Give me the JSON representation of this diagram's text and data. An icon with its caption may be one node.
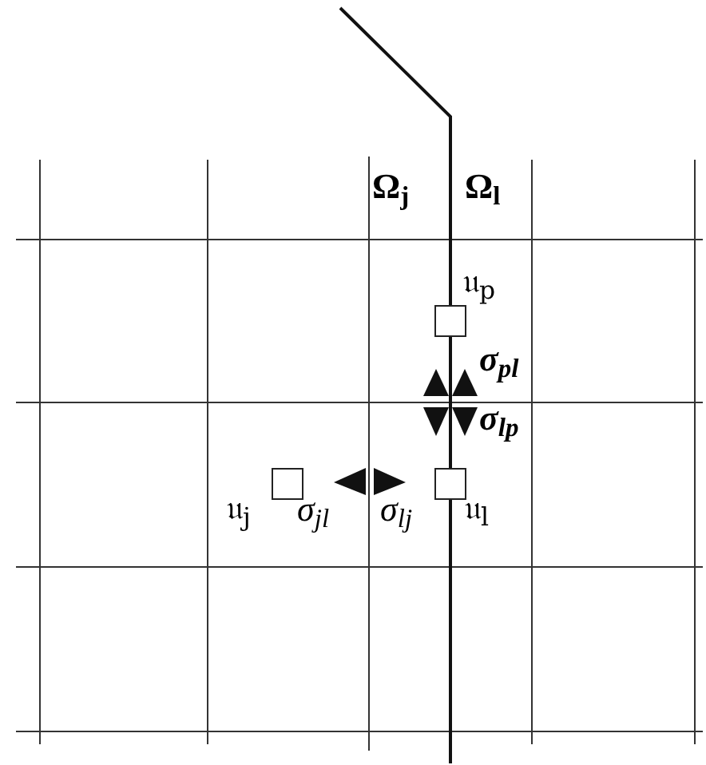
{
  "diagram": {
    "nodes": [
      {
        "text": [],
        "shape": "box",
        "beside": [
          "𝔲$_{p}$"
        ]
      },
      {
        "text": [],
        "shape": "box",
        "beside": [
          "𝔲$_{j}$"
        ]
      },
      {
        "text": [],
        "shape": "box",
        "beside": [
          "𝔲$_{l}$"
        ]
      }
    ],
    "labels": [
      "Ω$_{j}$",
      "Ω$_{l}$",
      "σ$_{pl}$",
      "σ$_{lp}$",
      "σ$_{jl}$",
      "σ$_{lj}$"
    ]
  }
}
